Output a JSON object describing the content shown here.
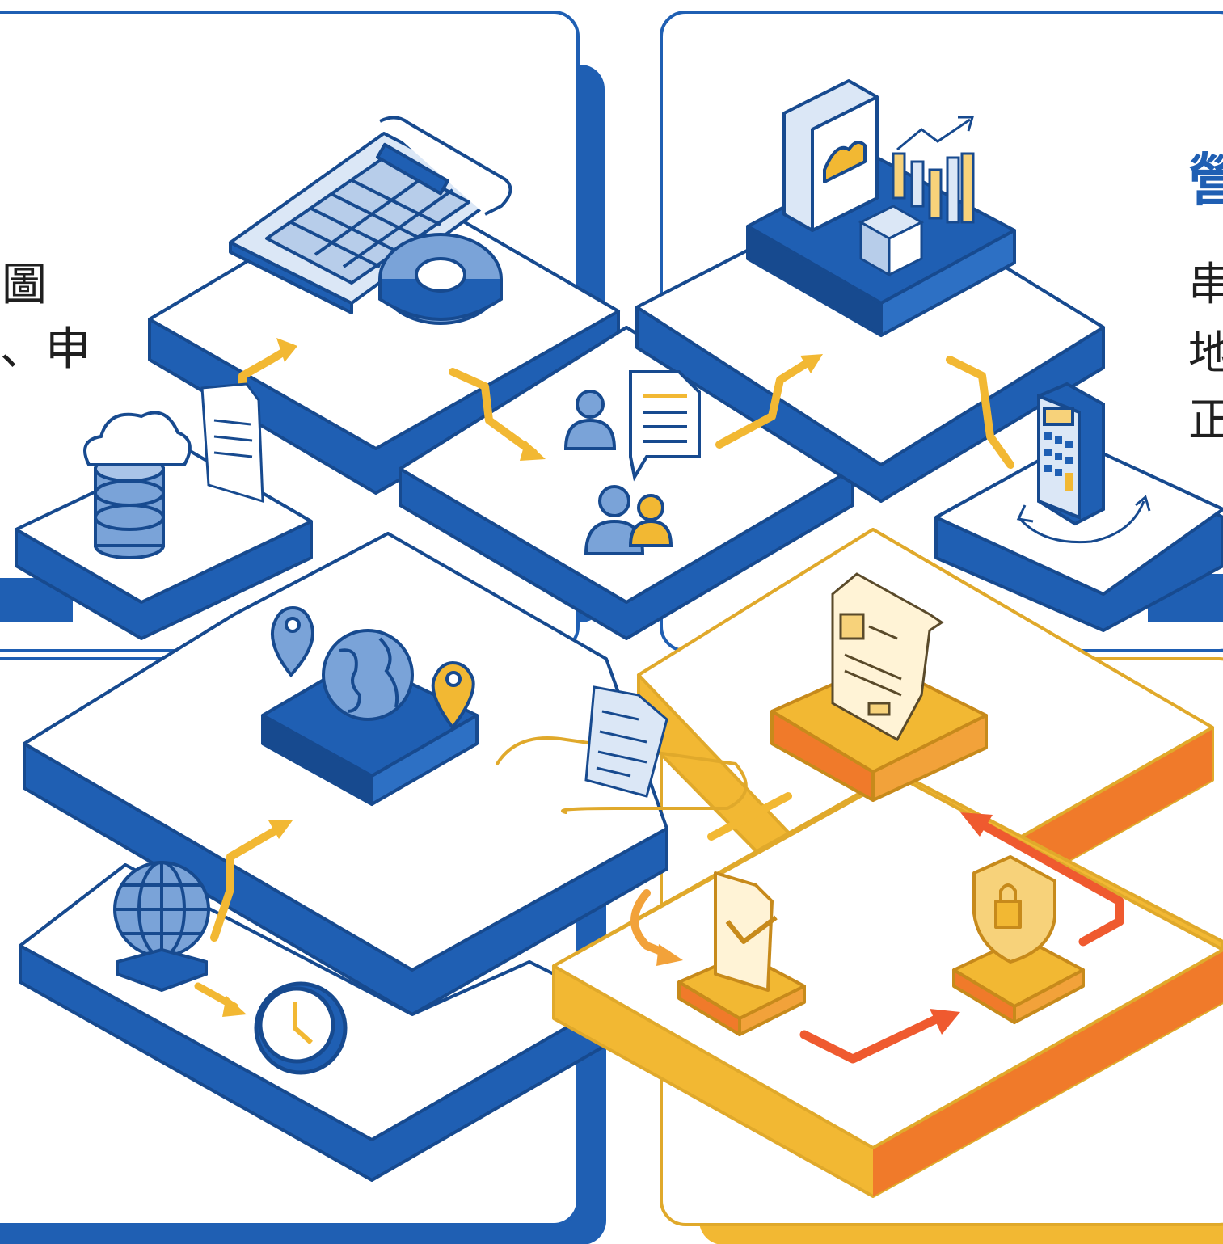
{
  "colors": {
    "blue": "#1f5fb3",
    "blue_dark": "#174a8f",
    "blue_light": "#dbe7f6",
    "gold": "#f2b833",
    "gold_light": "#f7d27a",
    "orange": "#f07a2a",
    "red_arrow": "#ef5a2f",
    "text_dark": "#1f1f1f",
    "white": "#ffffff"
  },
  "text": {
    "top_left_line1": "圖",
    "top_left_line2": "、申",
    "top_right_title": "營",
    "top_right_line1": "串",
    "top_right_line2": "地",
    "top_right_line3": "正"
  },
  "icons": [
    "spreadsheet-icon",
    "gear-icon",
    "cloud-database-icon",
    "document-icon",
    "users-icon",
    "chat-document-icon",
    "report-icon",
    "bar-chart-icon",
    "trend-arrow-icon",
    "box-icon",
    "calculator-icon",
    "refresh-icon",
    "map-pin-icon",
    "globe-icon",
    "clock-icon",
    "scroll-document-icon",
    "checkbox-document-icon",
    "lock-shield-icon"
  ]
}
